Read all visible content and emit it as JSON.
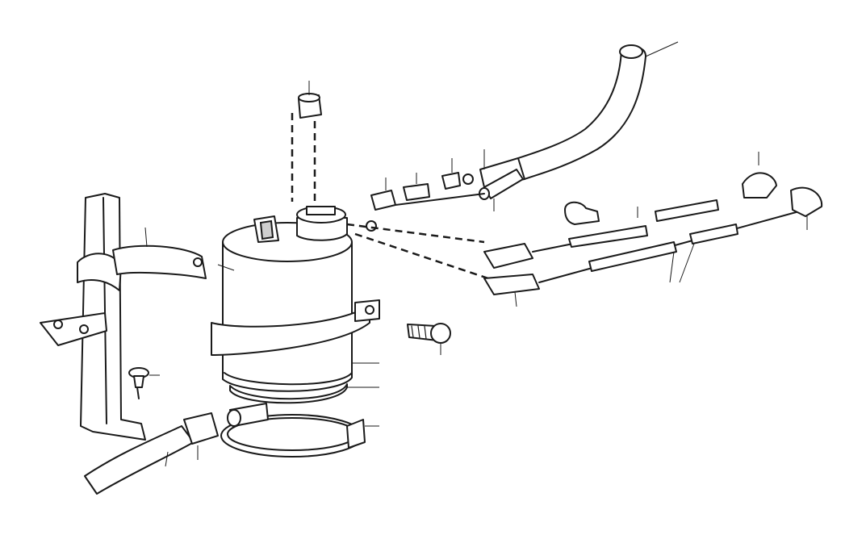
{
  "diagram": {
    "type": "exploded-parts-drawing",
    "parts": [
      "fuel-filter-canister",
      "canister-strap",
      "mounting-bracket",
      "hose-clamp",
      "tapping-screw",
      "bolt",
      "fuel-hose",
      "vent-hose",
      "hose-connector",
      "hose-clip",
      "cap"
    ],
    "colors": {
      "ink": "#1a1a1a",
      "background": "#ffffff",
      "shade": "#cfcfcf"
    }
  }
}
